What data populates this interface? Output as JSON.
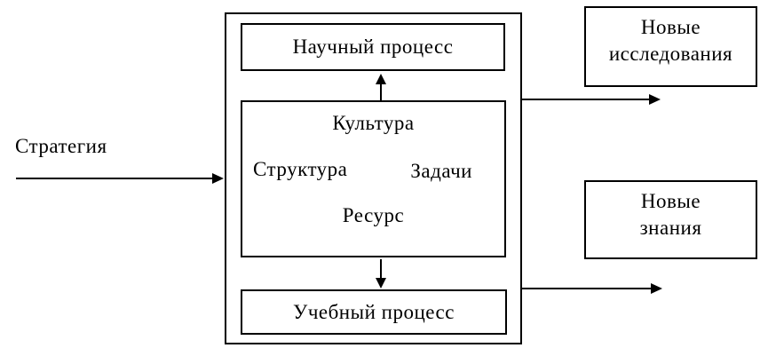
{
  "diagram": {
    "colors": {
      "line": "#000000",
      "background": "#ffffff",
      "text": "#000000"
    },
    "strategy_label": "Стратегия",
    "center_block": {
      "scientific_process": "Научный процесс",
      "culture": "Культура",
      "structure": "Структура",
      "tasks": "Задачи",
      "resource": "Ресурс",
      "educational_process": "Учебный процесс"
    },
    "outputs": {
      "new_research_line1": "Новые",
      "new_research_line2": "исследования",
      "new_knowledge_line1": "Новые",
      "new_knowledge_line2": "знания"
    }
  }
}
